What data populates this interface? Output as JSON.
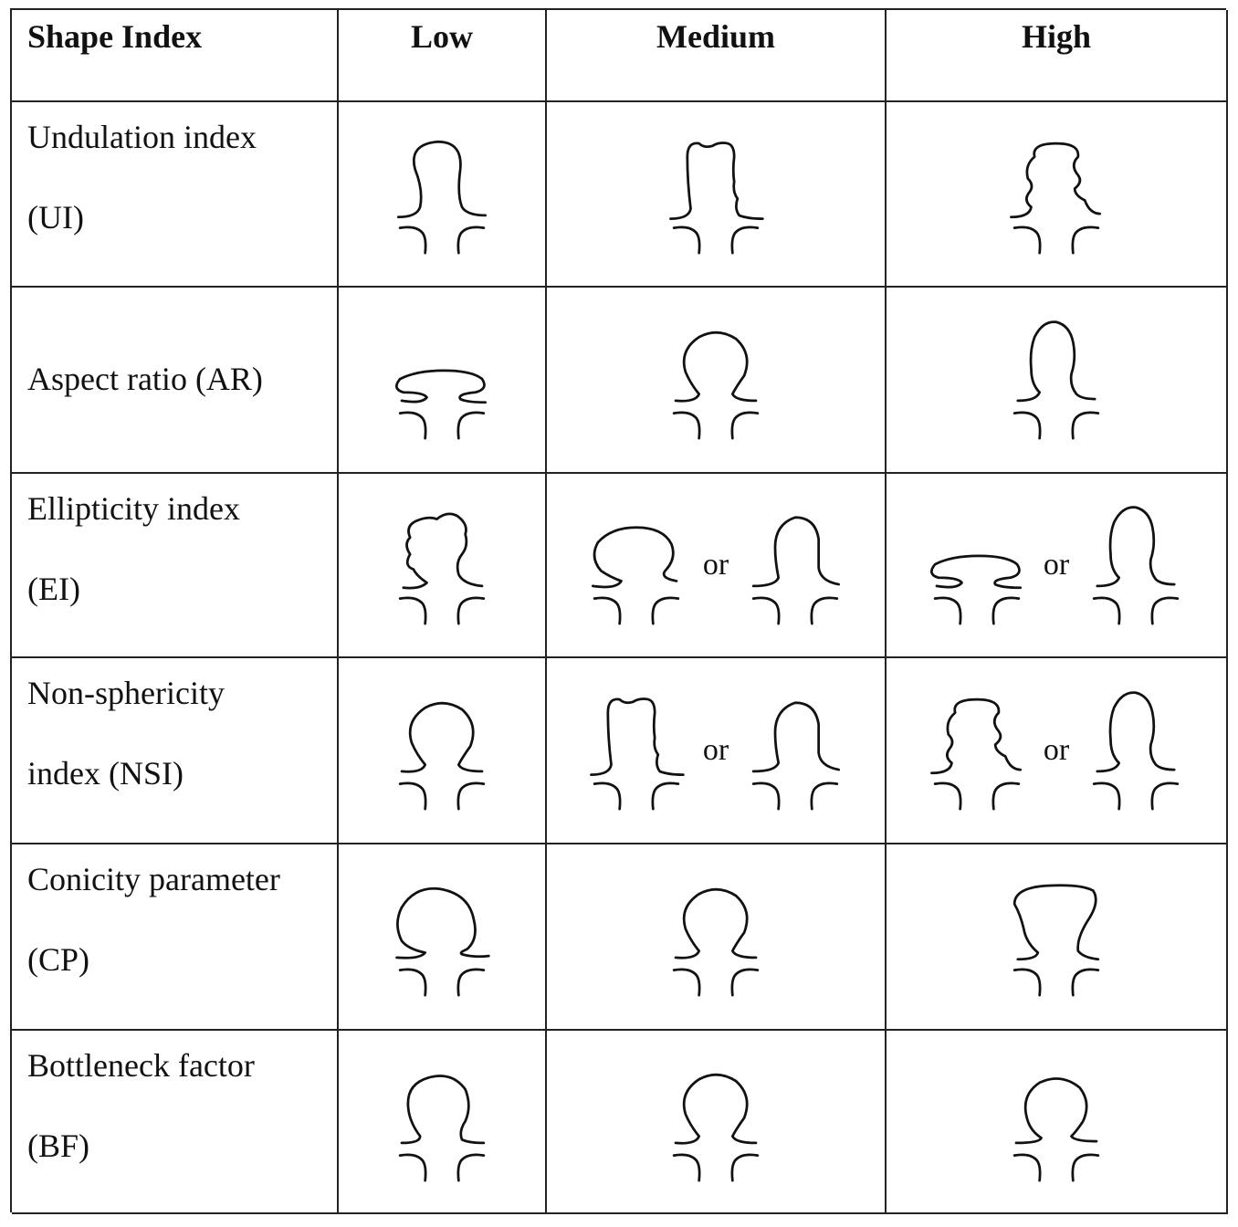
{
  "table": {
    "headers": [
      "Shape Index",
      "Low",
      "Medium",
      "High"
    ],
    "rows": [
      {
        "label_line1": "Undulation index",
        "label_line2": "(UI)",
        "low": [
          "smooth-tall"
        ],
        "medium": [
          "wavy-top-tall"
        ],
        "high": [
          "very-wavy-tall"
        ]
      },
      {
        "label_line1": "Aspect ratio (AR)",
        "label_line2": "",
        "low": [
          "wide-flat"
        ],
        "medium": [
          "round"
        ],
        "high": [
          "tall-narrow"
        ]
      },
      {
        "label_line1": "Ellipticity index",
        "label_line2": "(EI)",
        "low": [
          "irregular-blob"
        ],
        "medium": [
          "round-wide",
          "tall-round"
        ],
        "high": [
          "wide-flat",
          "tall-narrow"
        ]
      },
      {
        "label_line1": "Non-sphericity",
        "label_line2": "index (NSI)",
        "low": [
          "round"
        ],
        "medium": [
          "wavy-top-tall",
          "tall-round"
        ],
        "high": [
          "very-wavy-tall",
          "tall-narrow"
        ]
      },
      {
        "label_line1": "Conicity parameter",
        "label_line2": "(CP)",
        "low": [
          "top-heavy-round"
        ],
        "medium": [
          "round"
        ],
        "high": [
          "cone-wide-top"
        ]
      },
      {
        "label_line1": "Bottleneck factor",
        "label_line2": "(BF)",
        "low": [
          "round-wide-neck"
        ],
        "medium": [
          "round"
        ],
        "high": [
          "round-narrow-neck"
        ]
      }
    ],
    "or_text": "or"
  }
}
